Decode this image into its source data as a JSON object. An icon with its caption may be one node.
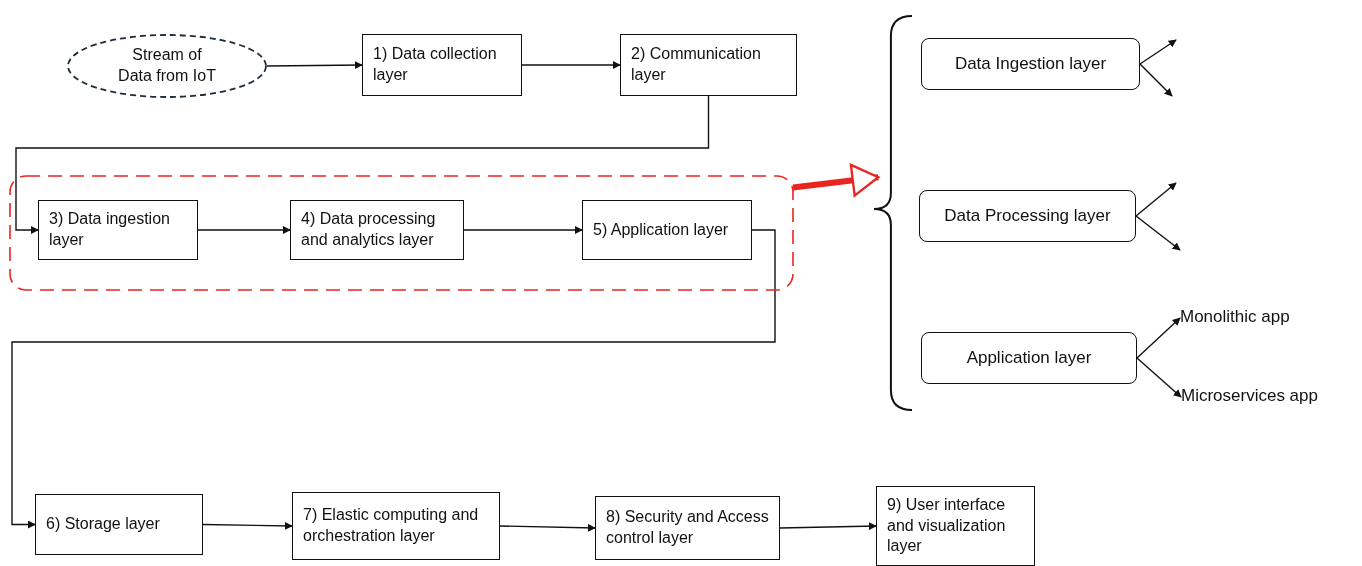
{
  "diagram": {
    "nodes": [
      {
        "text": [
          "Stream of Data from IoT"
        ]
      },
      {
        "text": [
          "1) Data collection layer"
        ]
      },
      {
        "text": [
          "2) Communication layer"
        ]
      },
      {
        "text": [],
        "shape": "box"
      },
      {
        "text": [
          "3) Data ingestion layer"
        ],
        "in": 3
      },
      {
        "text": [
          "4) Data processing and analytics layer"
        ],
        "in": 3
      },
      {
        "text": [
          "5) Application layer"
        ],
        "in": 3
      },
      {
        "text": [
          "6) Storage layer"
        ]
      },
      {
        "text": [
          "7) Elastic computing and orchestration layer"
        ]
      },
      {
        "text": [
          "8) Security and Access control layer"
        ]
      },
      {
        "text": [
          "9) User interface and visualization layer"
        ]
      },
      {
        "text": [],
        "shape": "brace"
      },
      {
        "text": [
          "Data Ingestion layer"
        ]
      },
      {
        "text": [
          "Data Processing layer"
        ]
      },
      {
        "text": [
          "Application layer"
        ]
      },
      {
        "text": [
          "Monolithic app"
        ]
      },
      {
        "text": [
          "Microservices app"
        ]
      }
    ],
    "edges": [
      {
        "from": 0,
        "to": 1,
        "arrow": "to"
      },
      {
        "from": 1,
        "to": 2,
        "arrow": "to"
      },
      {
        "from": 2,
        "to": 4,
        "arrow": "to"
      },
      {
        "from": 4,
        "to": 5,
        "arrow": "to"
      },
      {
        "from": 5,
        "to": 6,
        "arrow": "to"
      },
      {
        "from": 6,
        "to": 7,
        "arrow": "to"
      },
      {
        "from": 7,
        "to": 8,
        "arrow": "to"
      },
      {
        "from": 8,
        "to": 9,
        "arrow": "to"
      },
      {
        "from": 9,
        "to": 10,
        "arrow": "to"
      },
      {
        "from": 3,
        "to": 11,
        "arrow": "to",
        "style": "thick",
        "color": "#e8261f"
      },
      {
        "from": 12,
        "to": null,
        "arrow": "to"
      },
      {
        "from": 12,
        "to": null,
        "arrow": "to"
      },
      {
        "from": 13,
        "to": null,
        "arrow": "to"
      },
      {
        "from": 13,
        "to": null,
        "arrow": "to"
      },
      {
        "from": 14,
        "to": 15,
        "arrow": "to"
      },
      {
        "from": 14,
        "to": 16,
        "arrow": "to"
      }
    ]
  }
}
